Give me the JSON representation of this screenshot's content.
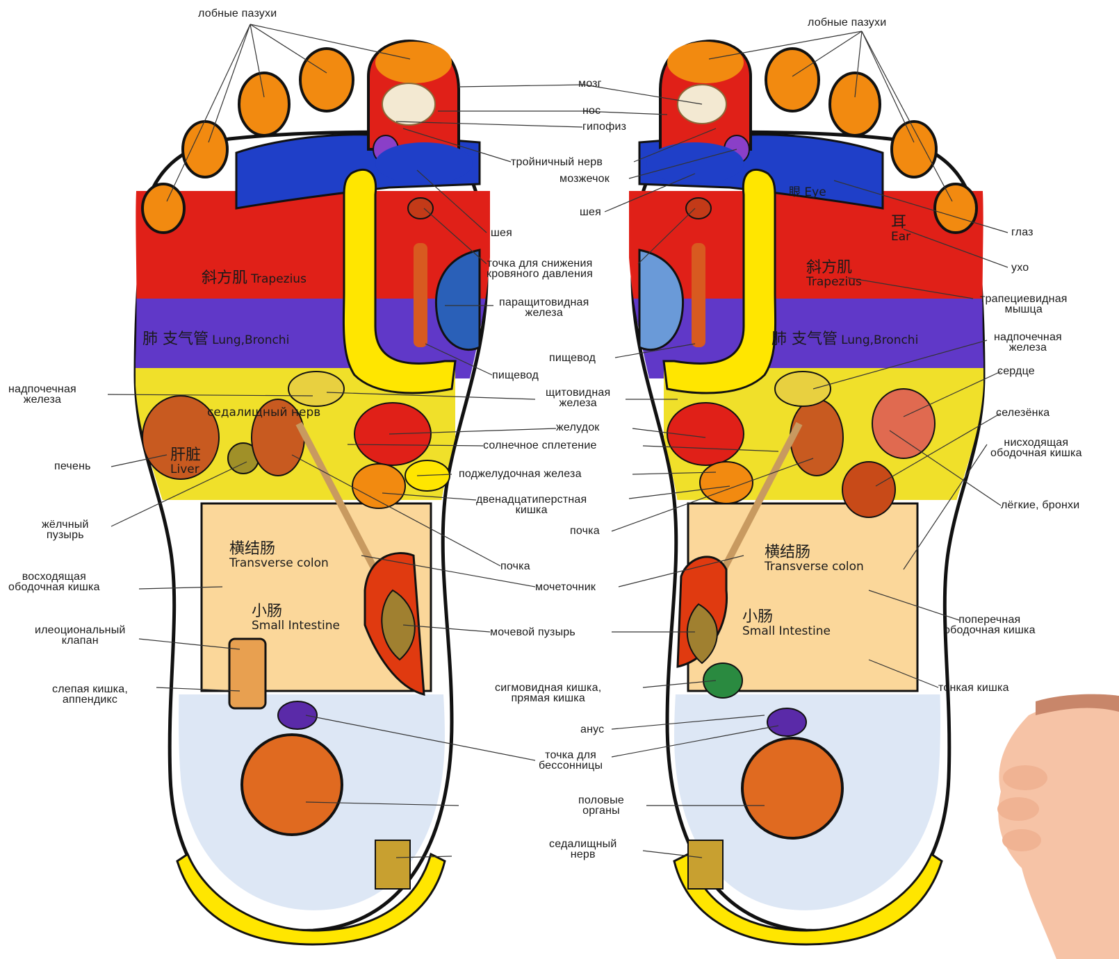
{
  "colors": {
    "toe": "#f28a10",
    "toe_pad": "#ffc400",
    "eye_band": "#1f3fc8",
    "trapezius": "#e02018",
    "lung": "#6038c8",
    "yellow": "#ffe600",
    "intestine": "#fbd79a",
    "bladder": "#e03a10",
    "kidney": "#c85a20",
    "outline": "#111111",
    "skin": "#f6c3a6"
  },
  "labels": {
    "left": {
      "frontal_sinus": "лобные пазухи",
      "adrenal": [
        "надпочечная",
        "железа"
      ],
      "liver": "печень",
      "gallbladder": [
        "жёлчный",
        "пузырь"
      ],
      "ascending_colon": [
        "восходящая",
        "ободочная кишка"
      ],
      "ileocecal": [
        "илеоциональный",
        "клапан"
      ],
      "cecum": [
        "слепая кишка,",
        "аппендикс"
      ]
    },
    "center": {
      "brain": "мозг",
      "nose": "нос",
      "pituitary": "гипофиз",
      "trigeminal": "тройничный нерв",
      "cerebellum": "мозжечок",
      "neck_a": "шея",
      "neck_b": "шея",
      "bp_point": [
        "точка для снижения",
        "кровяного давления"
      ],
      "parathyroid": [
        "паращитовидная",
        "железа"
      ],
      "esophagus_a": "пищевод",
      "esophagus_b": "пищевод",
      "thyroid": [
        "щитовидная",
        "железа"
      ],
      "stomach": "желудок",
      "solar_plexus": "солнечное сплетение",
      "pancreas": "поджелудочная железа",
      "duodenum": [
        "двенадцатиперстная",
        "кишка"
      ],
      "kidney_a": "почка",
      "kidney_b": "почка",
      "ureter": "мочеточник",
      "bladder": "мочевой пузырь",
      "sigmoid": [
        "сигмовидная кишка,",
        "прямая кишка"
      ],
      "anus": "анус",
      "insomnia": [
        "точка для",
        "бессонницы"
      ],
      "genitals": [
        "половые",
        "органы"
      ],
      "sciatic": [
        "седалищный",
        "нерв"
      ]
    },
    "right": {
      "frontal_sinus": "лобные пазухи",
      "eye": "глаз",
      "ear": "ухо",
      "trapezius": [
        "трапециевидная",
        "мышца"
      ],
      "adrenal": [
        "надпочечная",
        "железа"
      ],
      "heart": "сердце",
      "spleen": "селезёнка",
      "descending_colon": [
        "нисходящая",
        "ободочная кишка"
      ],
      "lungs": "лёгкие, бронхи",
      "transverse_colon": [
        "поперечная",
        "ободочная кишка"
      ],
      "small_intestine": "тонкая кишка"
    }
  },
  "zones": {
    "left": {
      "trap_cn": "斜方肌",
      "trap_en": "Trapezius",
      "lung_cn": "肺 支气管",
      "lung_en": "Lung,Bronchi",
      "sciatic_nerve": "седалищный нерв",
      "liver_cn": "肝脏",
      "liver_en": "Liver",
      "colon_cn": "横结肠",
      "colon_en": "Transverse colon",
      "si_cn": "小肠",
      "si_en": "Small Intestine"
    },
    "right": {
      "eye_cn": "眼 Eye",
      "ear_cn": "耳",
      "ear_en": "Ear",
      "trap_cn": "斜方肌",
      "trap_en": "Trapezius",
      "lung_cn": "肺 支气管",
      "lung_en": "Lung,Bronchi",
      "colon_cn": "横结肠",
      "colon_en": "Transverse colon",
      "si_cn": "小肠",
      "si_en": "Small Intestine"
    }
  }
}
